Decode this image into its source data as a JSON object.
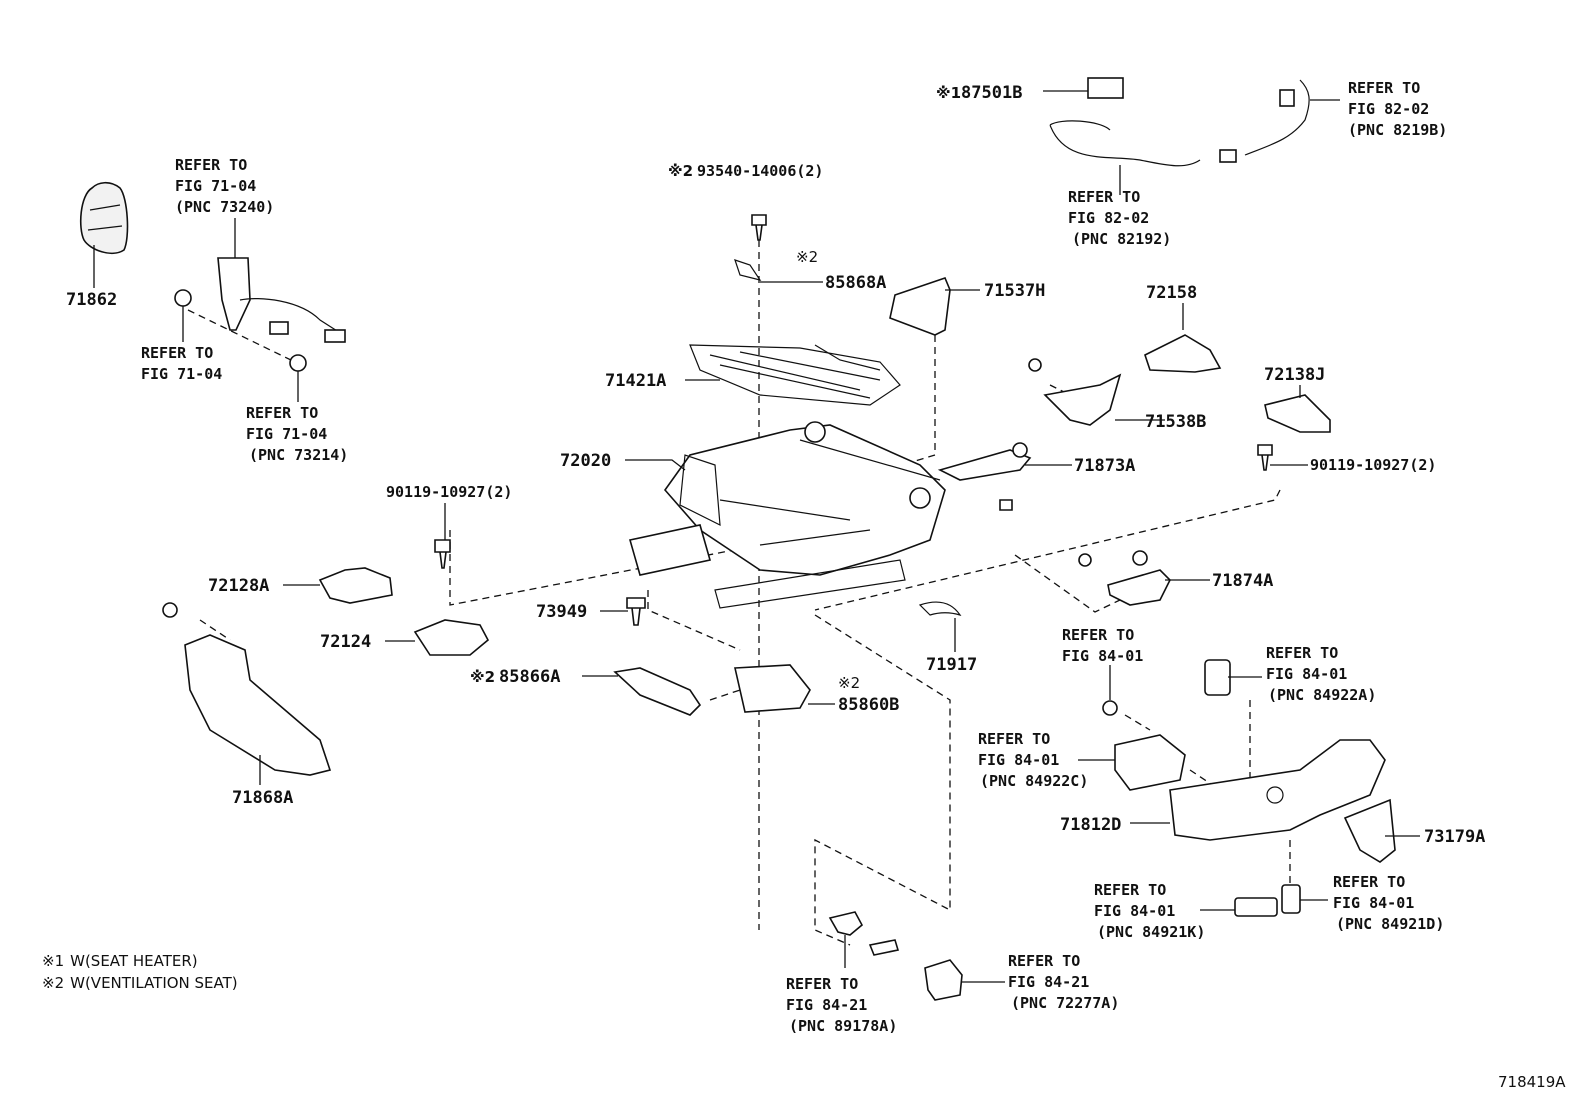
{
  "diagram_code": "718419A",
  "notes": [
    {
      "mark": "※1",
      "text": "W(SEAT  HEATER)"
    },
    {
      "mark": "※2",
      "text": "W(VENTILATION  SEAT)"
    }
  ],
  "parts": {
    "p87501B": {
      "mark": "※1",
      "number": "87501B"
    },
    "p93540": {
      "mark": "※2",
      "number": "93540-14006(2)"
    },
    "p85868A": {
      "mark": "※2",
      "number": "85868A"
    },
    "p71537H": "71537H",
    "p72158": "72158",
    "p72138J": "72138J",
    "p71538B": "71538B",
    "p71421A": "71421A",
    "p72020": "72020",
    "p71873A": "71873A",
    "p90119_right": "90119-10927(2)",
    "p90119_left": "90119-10927(2)",
    "p71874A": "71874A",
    "p72128A": "72128A",
    "p73949": "73949",
    "p72124": "72124",
    "p71917": "71917",
    "p85866A": {
      "mark": "※2",
      "number": "85866A"
    },
    "p85860B": {
      "mark": "※2",
      "number": "85860B"
    },
    "p71868A": "71868A",
    "p71862": "71862",
    "p71812D": "71812D",
    "p73179A": "73179A"
  },
  "refs": {
    "r73240": [
      "REFER TO",
      "FIG 71-04",
      "(PNC 73240)"
    ],
    "r7104a": [
      "REFER TO",
      "FIG 71-04"
    ],
    "r73214": [
      "REFER TO",
      "FIG 71-04",
      "(PNC 73214)"
    ],
    "r8219B": [
      "REFER TO",
      "FIG 82-02",
      "(PNC 8219B)"
    ],
    "r82192": [
      "REFER TO",
      "FIG 82-02",
      "(PNC 82192)"
    ],
    "r8401": [
      "REFER TO",
      "FIG 84-01"
    ],
    "r84922A": [
      "REFER TO",
      "FIG 84-01",
      "(PNC 84922A)"
    ],
    "r84922C": [
      "REFER TO",
      "FIG 84-01",
      "(PNC 84922C)"
    ],
    "r84921K": [
      "REFER TO",
      "FIG 84-01",
      "(PNC 84921K)"
    ],
    "r84921D": [
      "REFER TO",
      "FIG 84-01",
      "(PNC 84921D)"
    ],
    "r89178A": [
      "REFER TO",
      "FIG 84-21",
      "(PNC 89178A)"
    ],
    "r72277A": [
      "REFER TO",
      "FIG 84-21",
      "(PNC 72277A)"
    ]
  }
}
